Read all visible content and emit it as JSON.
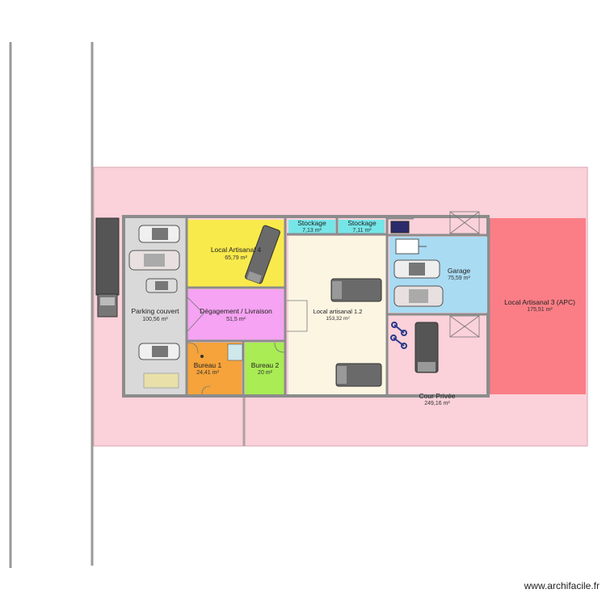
{
  "watermark": "www.archifacile.fr",
  "colors": {
    "exterior": "#fbd1da",
    "wall": "#9a9a9a",
    "parking": "#d9d9d9",
    "local4": "#f9ea4c",
    "degagement": "#f5a3f2",
    "bureau1": "#f5a33a",
    "bureau2": "#a9ec54",
    "stockage": "#75e6e8",
    "local12": "#fcf5e2",
    "garage": "#a9dbf3",
    "local3": "#fb7e86"
  },
  "rooms": {
    "parking": {
      "name": "Parking couvert",
      "area": "100,56 m²"
    },
    "local4": {
      "name": "Local Artisanal 4",
      "area": "65,79 m²"
    },
    "degagement": {
      "name": "Dégagement / Livraison",
      "area": "51,5 m²"
    },
    "bureau1": {
      "name": "Bureau 1",
      "area": "24,41 m²"
    },
    "bureau2": {
      "name": "Bureau 2",
      "area": "20 m²"
    },
    "stockage1": {
      "name": "Stockage",
      "area": "7,13 m²"
    },
    "stockage2": {
      "name": "Stockage",
      "area": "7,11 m²"
    },
    "local12": {
      "name": "Local artisanal 1.2",
      "area": "153,32 m²"
    },
    "garage": {
      "name": "Garage",
      "area": "75,59 m²"
    },
    "local3": {
      "name": "Local Artisanal 3 (APC)",
      "area": "175,51 m²"
    },
    "cour": {
      "name": "Cour Privée",
      "area": "249,16 m²"
    }
  }
}
